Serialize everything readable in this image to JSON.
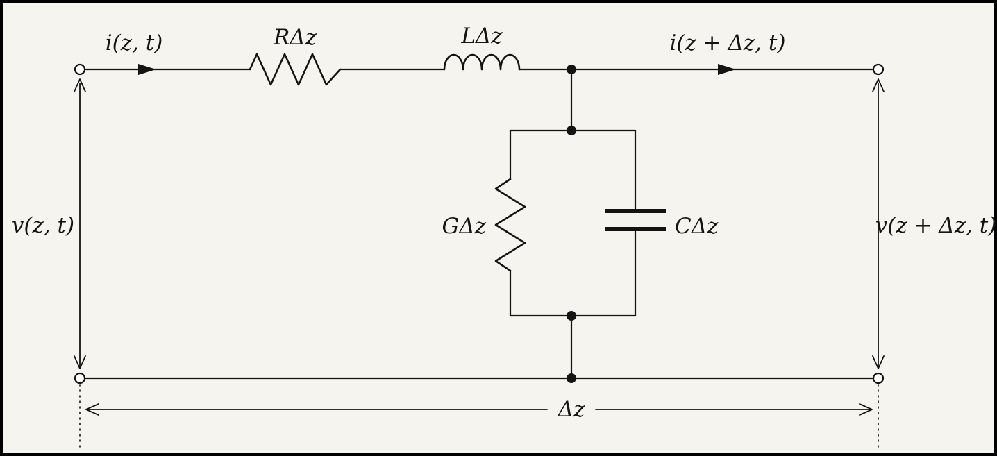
{
  "figure": {
    "colors": {
      "background": "#f5f4ee",
      "stroke": "#141414",
      "frame": "#000000"
    },
    "labels": {
      "current_in": "i(z, t)",
      "current_out": "i(z + Δz, t)",
      "voltage_left": "v(z, t)",
      "voltage_right": "v(z + Δz, t)",
      "series_resistance": "RΔz",
      "series_inductance": "LΔz",
      "shunt_conductance": "GΔz",
      "shunt_capacitance": "CΔz",
      "segment_length": "Δz"
    }
  }
}
